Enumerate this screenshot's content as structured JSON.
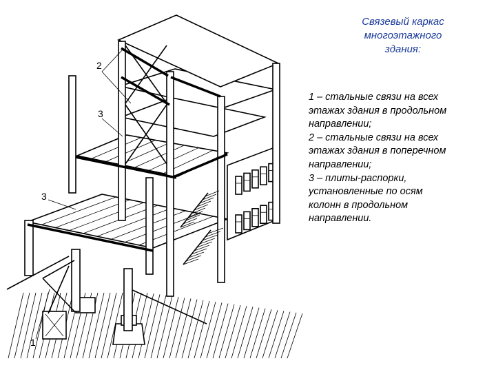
{
  "title_lines": [
    "Связевый каркас",
    "многоэтажного",
    "здания:"
  ],
  "legend_lines": [
    "1 – стальные связи на всех",
    "этажах здания в продольном",
    "направлении;",
    "2 – стальные связи на всех",
    " этажах здания в поперечном",
    "направлении;",
    "3 – плиты-распорки,",
    "установленные по осям",
    " колонн в продольном",
    "направлении."
  ],
  "callouts": [
    "2",
    "3",
    "3",
    "1"
  ],
  "colors": {
    "title": "#1a3a9a",
    "text": "#000000",
    "lines": "#000000"
  }
}
